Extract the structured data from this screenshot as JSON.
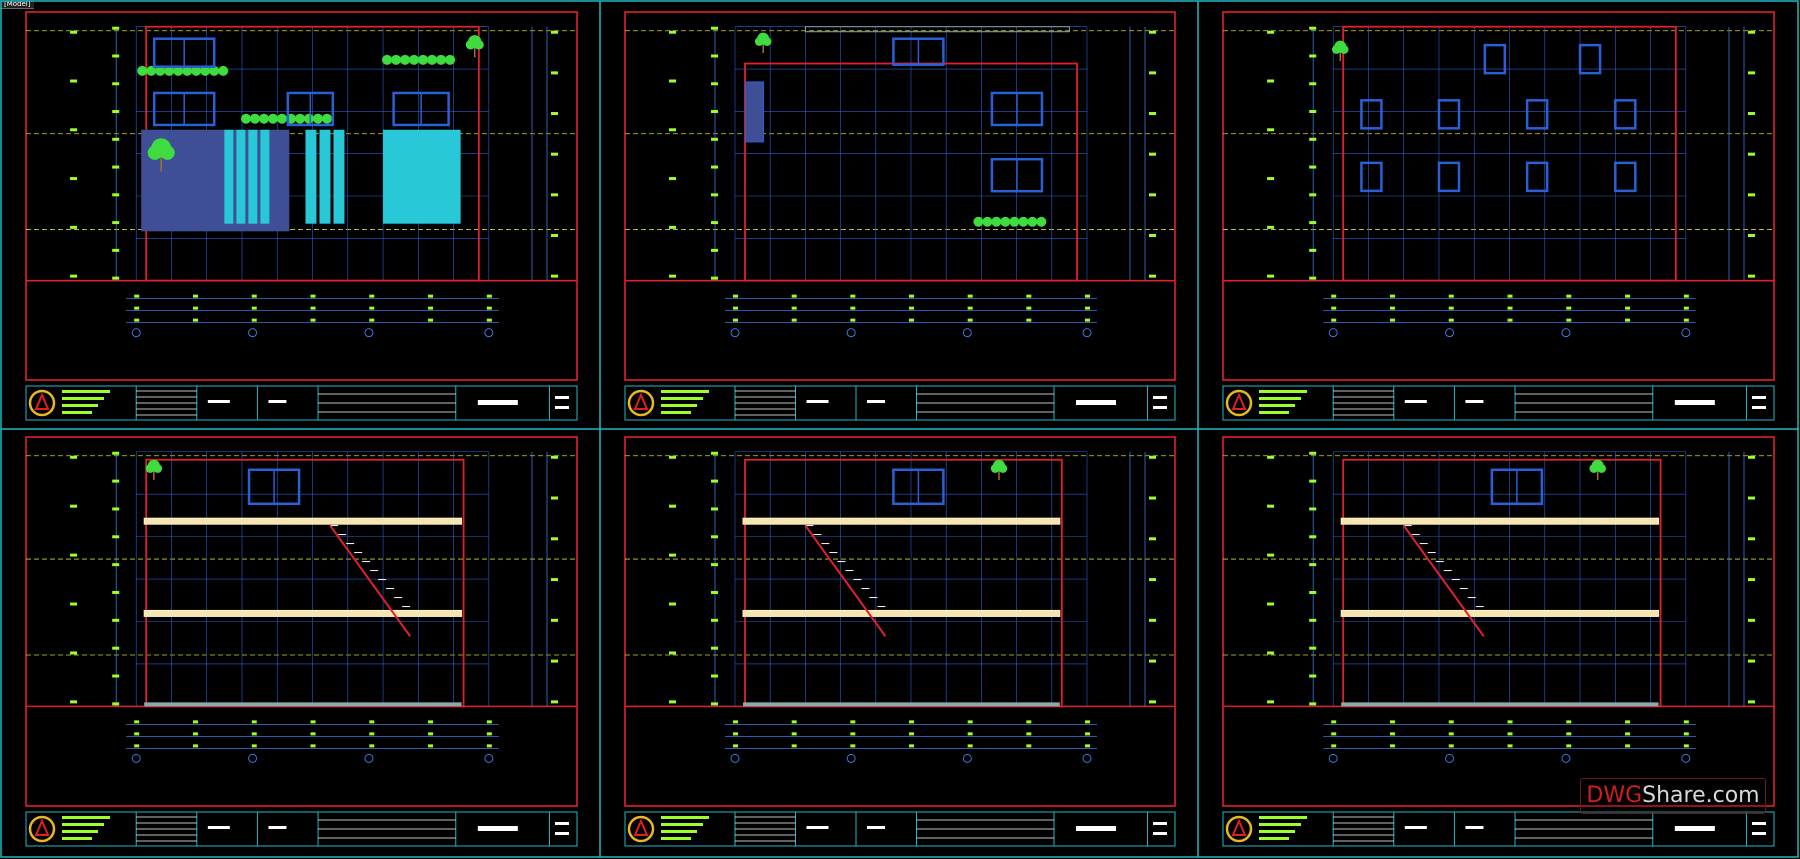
{
  "window": {
    "tab_label": "[Model]"
  },
  "watermark": {
    "part1": "DWG",
    "part2": "Share.com"
  },
  "sheets": [
    {
      "id": "sheet-1",
      "kind": "front-elevation"
    },
    {
      "id": "sheet-2",
      "kind": "side-elevation"
    },
    {
      "id": "sheet-3",
      "kind": "rear-elevation"
    },
    {
      "id": "sheet-4",
      "kind": "section"
    },
    {
      "id": "sheet-5",
      "kind": "section"
    },
    {
      "id": "sheet-6",
      "kind": "section"
    }
  ],
  "colors": {
    "viewport_frame": "#1fb7c4",
    "sheet_border": "#e02030",
    "blue": "#2a5fd6",
    "yellow_dash": "#d6d630",
    "green_labels": "#9cff2a",
    "tree": "#3fdc3f",
    "cyan_glass": "#28c8d8"
  },
  "icons": [
    "company-logo-icon"
  ]
}
